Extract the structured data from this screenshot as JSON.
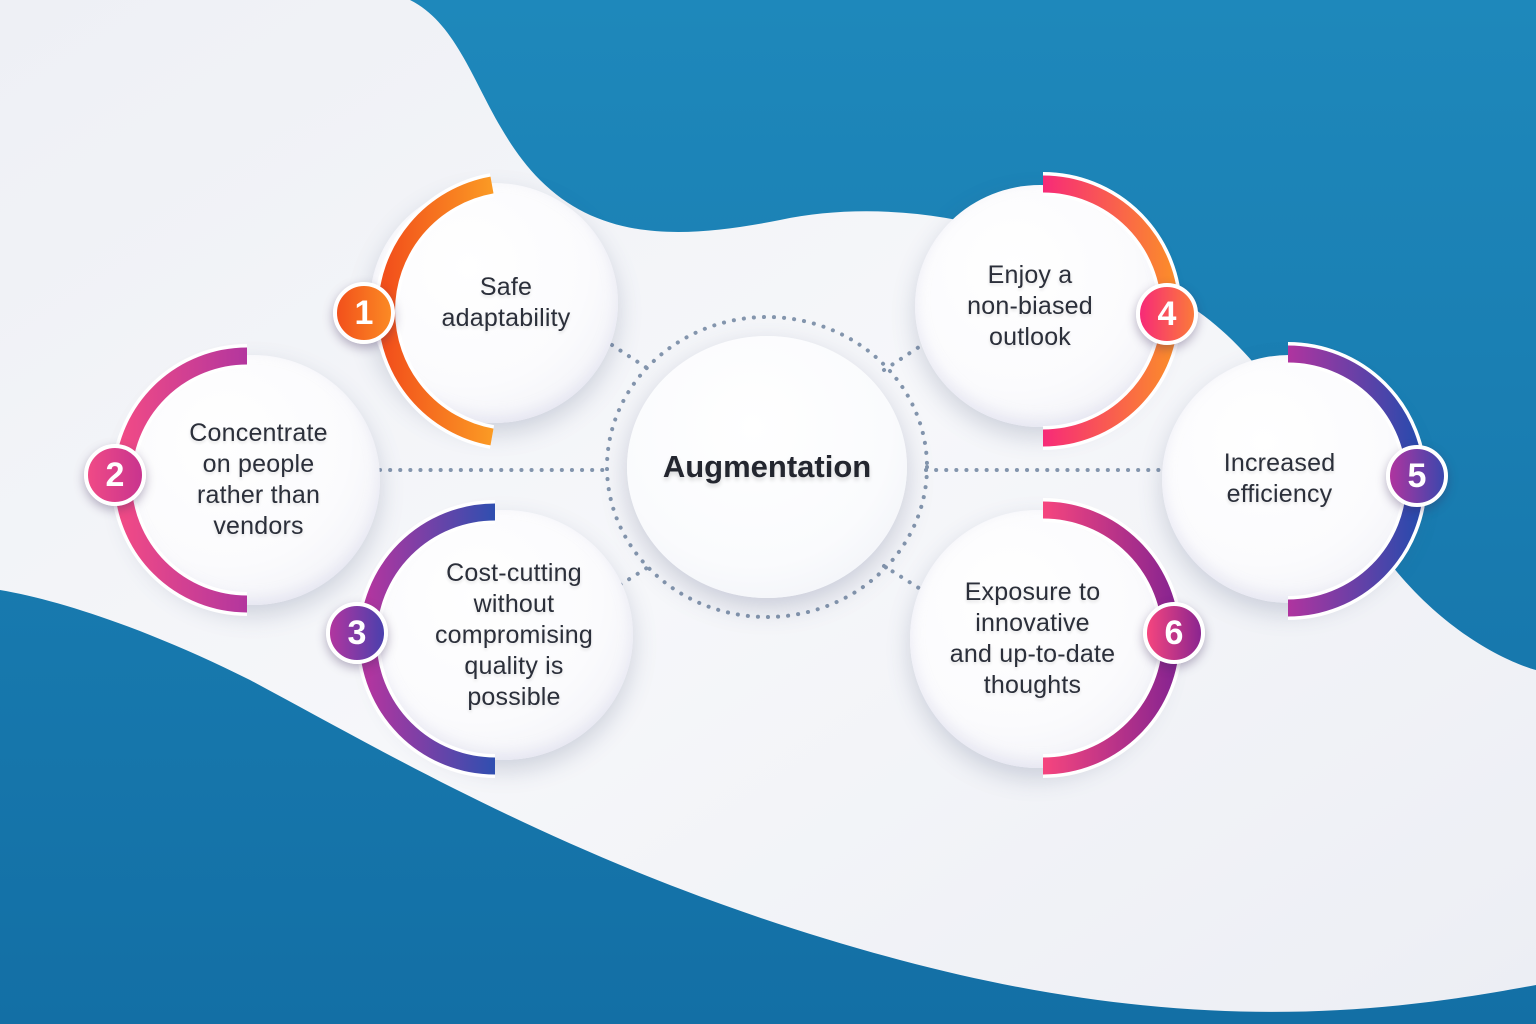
{
  "diagram": {
    "center": {
      "title": "Augmentation"
    },
    "nodes": [
      {
        "number": "1",
        "label_lines": [
          "Safe",
          "adaptability"
        ],
        "label": "Safe adaptability",
        "gradient": [
          "#f2501b",
          "#fb9a24"
        ]
      },
      {
        "number": "2",
        "label_lines": [
          "Concentrate",
          "on people",
          "rather than",
          "vendors"
        ],
        "label": "Concentrate on people rather than vendors",
        "gradient": [
          "#f04a86",
          "#b3369e"
        ]
      },
      {
        "number": "3",
        "label_lines": [
          "Cost-cutting",
          "without",
          "compromising",
          "quality is",
          "possible"
        ],
        "label": "Cost-cutting without compromising quality is possible",
        "gradient": [
          "#b2359f",
          "#2f4fb0"
        ]
      },
      {
        "number": "4",
        "label_lines": [
          "Enjoy a",
          "non-biased",
          "outlook"
        ],
        "label": "Enjoy a non-biased outlook",
        "gradient": [
          "#f72a78",
          "#fb8a2c"
        ]
      },
      {
        "number": "5",
        "label_lines": [
          "Increased",
          "efficiency"
        ],
        "label": "Increased efficiency",
        "gradient": [
          "#b0349f",
          "#2b4aad"
        ]
      },
      {
        "number": "6",
        "label_lines": [
          "Exposure to",
          "innovative",
          "and up-to-date",
          "thoughts"
        ],
        "label": "Exposure to innovative and up-to-date thoughts",
        "gradient": [
          "#f6457e",
          "#8a2590"
        ]
      }
    ]
  },
  "colors": {
    "background_blue": "#1b85b8",
    "background_white": "#f3f4f8",
    "text_dark": "#2b2f3a",
    "connector_dots": "#7f8fa8"
  }
}
